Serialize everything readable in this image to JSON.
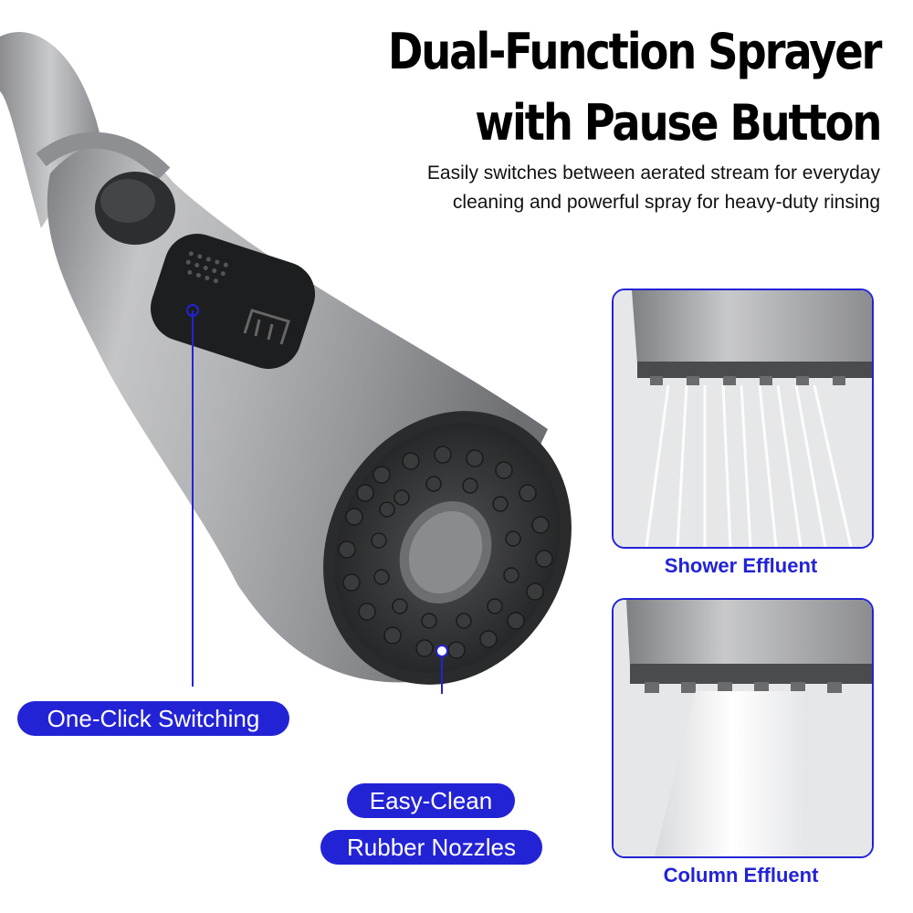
{
  "heading": {
    "line1": "Dual-Function Sprayer",
    "line2": "with Pause Button",
    "description_line1": "Easily switches between aerated stream for everyday",
    "description_line2": "cleaning and powerful spray for heavy-duty rinsing"
  },
  "callouts": {
    "switching": "One-Click Switching",
    "clean_line1": "Easy-Clean",
    "clean_line2": "Rubber Nozzles"
  },
  "panels": {
    "shower_caption": "Shower Effluent",
    "column_caption": "Column Effluent"
  },
  "colors": {
    "accent": "#2323d6",
    "steel": "#a8a9ab",
    "nozzle": "#333333"
  }
}
